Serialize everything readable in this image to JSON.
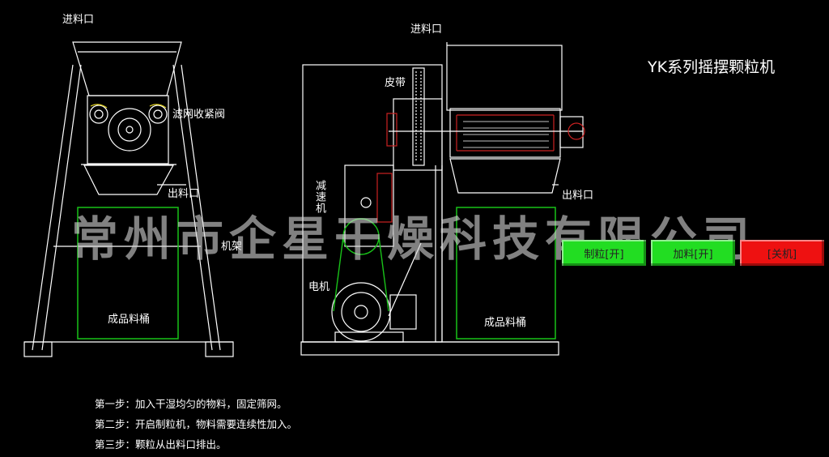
{
  "title": "YK系列摇摆颗粒机",
  "watermark": "常州市企星干燥科技有限公司",
  "labels": {
    "inlet_left": "进料口",
    "inlet_right": "进料口",
    "valve": "滤网收紧阀",
    "outlet_left": "出料口",
    "outlet_right": "出料口",
    "frame": "机架",
    "bucket_left": "成品料桶",
    "bucket_right": "成品料桶",
    "belt": "皮带",
    "reducer": "减速机",
    "motor": "电机"
  },
  "buttons": {
    "granulate": "制粒[开]",
    "feed": "加料[开]",
    "stop": "[关机]"
  },
  "colors": {
    "granulate": "#22dd22",
    "feed": "#22dd22",
    "stop": "#ee1111",
    "line": "#ffffff",
    "green_line": "#19c219",
    "red_detail": "#cc2222"
  },
  "steps": [
    "第一步：加入干湿均匀的物料，固定筛网。",
    "第二步：开启制粒机，物料需要连续性加入。",
    "第三步：颗粒从出料口排出。"
  ]
}
